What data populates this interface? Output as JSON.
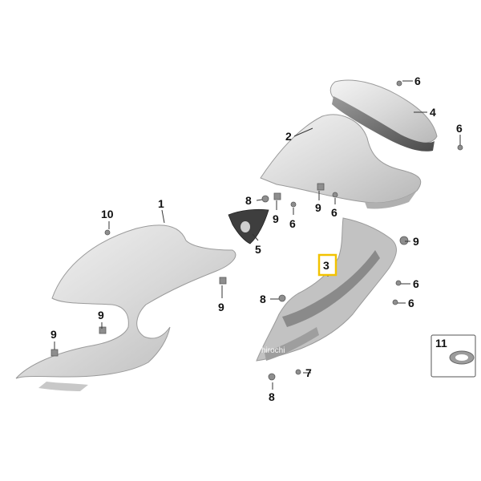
{
  "callouts": {
    "c1": "1",
    "c2": "2",
    "c3": "3",
    "c4": "4",
    "c5": "5",
    "c6a": "6",
    "c6b": "6",
    "c6c": "6",
    "c6d": "6",
    "c6e": "6",
    "c6f": "6",
    "c7": "7",
    "c8a": "8",
    "c8b": "8",
    "c8c": "8",
    "c9a": "9",
    "c9b": "9",
    "c9c": "9",
    "c9d": "9",
    "c9e": "9",
    "c9f": "9",
    "c10": "10",
    "c11": "11"
  },
  "highlighted_callout": "3",
  "watermark": "hirochi",
  "colors": {
    "highlight_border": "#f2c200",
    "part_fill": "#dcdcdc",
    "hardware": "#8e8e8e"
  }
}
